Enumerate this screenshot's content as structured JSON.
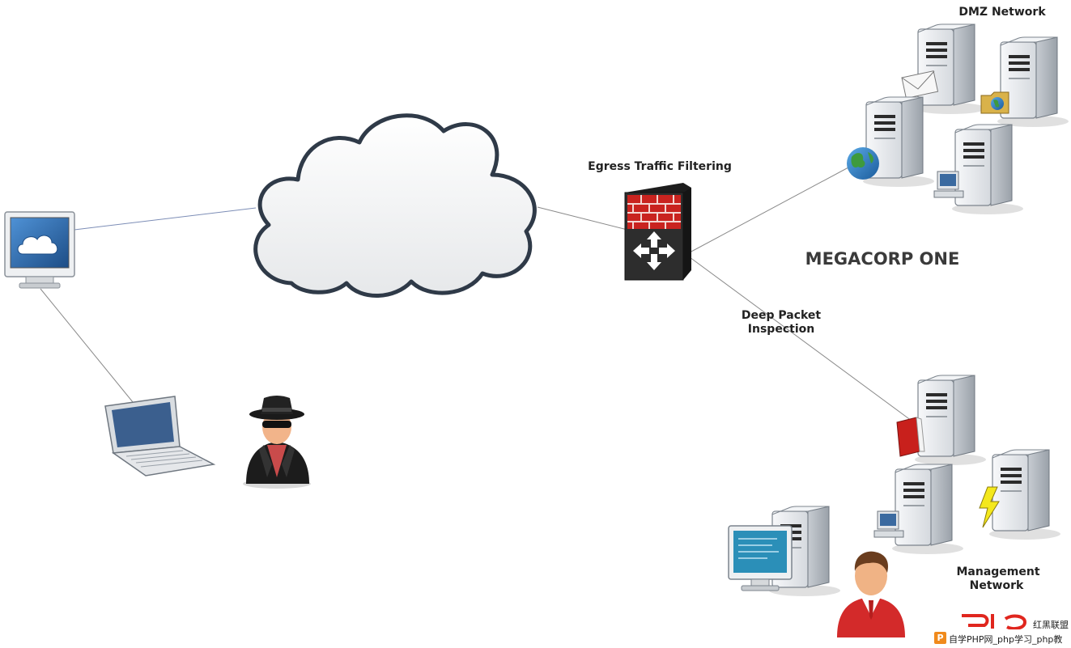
{
  "labels": {
    "dmz_network": "DMZ Network",
    "egress_filtering": "Egress Traffic Filtering",
    "company_name": "MEGACORP ONE",
    "deep_packet_line1": "Deep Packet",
    "deep_packet_line2": "Inspection",
    "management_line1": "Management",
    "management_line2": "Network"
  },
  "watermark": {
    "p_badge": "P",
    "text": "自学PHP网_php学习_php教",
    "brand": "红黑联盟"
  },
  "nodes": [
    {
      "name": "monitor-cloud-icon",
      "role": "internet client monitor"
    },
    {
      "name": "laptop-icon",
      "role": "laptop"
    },
    {
      "name": "hacker-icon",
      "role": "attacker"
    },
    {
      "name": "cloud-icon",
      "role": "internet"
    },
    {
      "name": "firewall-icon",
      "role": "firewall router"
    },
    {
      "name": "mail-server-icon",
      "role": "dmz"
    },
    {
      "name": "file-server-icon",
      "role": "dmz"
    },
    {
      "name": "web-server-icon",
      "role": "dmz"
    },
    {
      "name": "workstation-server-icon",
      "role": "dmz"
    },
    {
      "name": "directory-server-icon",
      "role": "management"
    },
    {
      "name": "terminal-server-icon",
      "role": "management"
    },
    {
      "name": "power-server-icon",
      "role": "management"
    },
    {
      "name": "admin-workstation-icon",
      "role": "management"
    },
    {
      "name": "admin-user-icon",
      "role": "management"
    }
  ],
  "colors": {
    "firewall_brick": "#c9231f",
    "firewall_body": "#2d2d2d",
    "cloud_outline": "#2f3a48",
    "server_body": "#e9ebee",
    "link_line": "#8a8a8a",
    "monitor_screen": "#2f6fb2"
  }
}
